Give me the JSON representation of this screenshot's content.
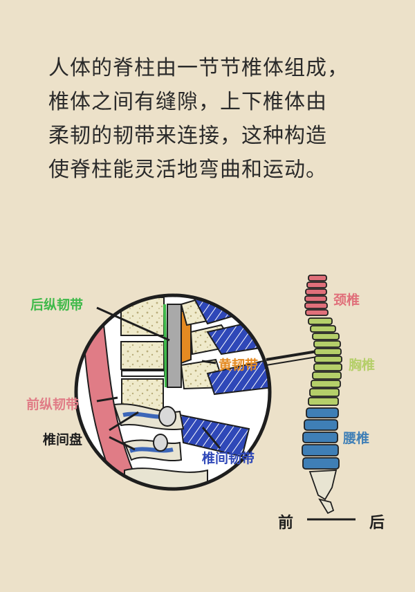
{
  "intro": {
    "lines": [
      "人体的脊柱由一节节椎体组成，",
      "椎体之间有缝隙，上下椎体由",
      "柔韧的韧带来连接，这种构造",
      "使脊柱能灵活地弯曲和运动。"
    ]
  },
  "zoom_labels": {
    "posterior_ligament": "后纵韧带",
    "anterior_ligament": "前纵韧带",
    "disc": "椎间盘",
    "yellow_ligament": "黄韧带",
    "interspinous_ligament": "椎间韧带"
  },
  "spine_labels": {
    "cervical": "颈椎",
    "thoracic": "胸椎",
    "lumbar": "腰椎"
  },
  "direction": {
    "front": "前",
    "back": "后"
  },
  "colors": {
    "background": "#ece1c9",
    "cervical": "#e0707a",
    "thoracic": "#b5cf6a",
    "lumbar": "#3f7fb6",
    "posterior_ligament": "#3fb94a",
    "anterior_ligament": "#e07c86",
    "yellow_ligament": "#e48a22",
    "interspinous_ligament": "#2f48b8"
  }
}
